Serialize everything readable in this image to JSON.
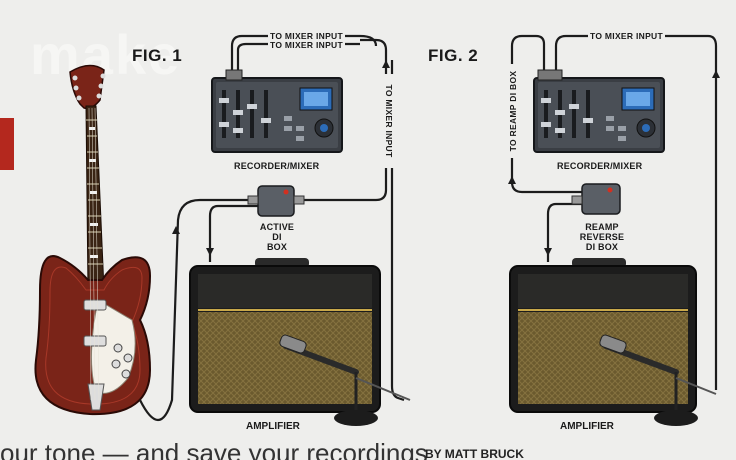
{
  "figures": {
    "fig1": {
      "title": "FIG. 1",
      "recorder_label": "RECORDER/MIXER",
      "di_label_lines": [
        "ACTIVE",
        "DI",
        "BOX"
      ],
      "amp_label": "AMPLIFIER",
      "cable_labels": [
        "TO MIXER INPUT",
        "TO MIXER INPUT",
        "TO MIXER INPUT"
      ]
    },
    "fig2": {
      "title": "FIG. 2",
      "recorder_label": "RECORDER/MIXER",
      "di_label_lines": [
        "REAMP",
        "REVERSE",
        "DI BOX"
      ],
      "amp_label": "AMPLIFIER",
      "cable_labels": [
        "TO MIXER INPUT",
        "TO REAMP DI BOX"
      ]
    }
  },
  "footer": {
    "text": "our tone — and save your recordings",
    "byline": "BY MATT BRUCK"
  },
  "colors": {
    "guitar_body": "#7a2418",
    "amp_grille": "#6b5a2e",
    "device_body": "#3a3e44",
    "accent_red": "#b4281e",
    "cable": "#1c1c1c"
  }
}
